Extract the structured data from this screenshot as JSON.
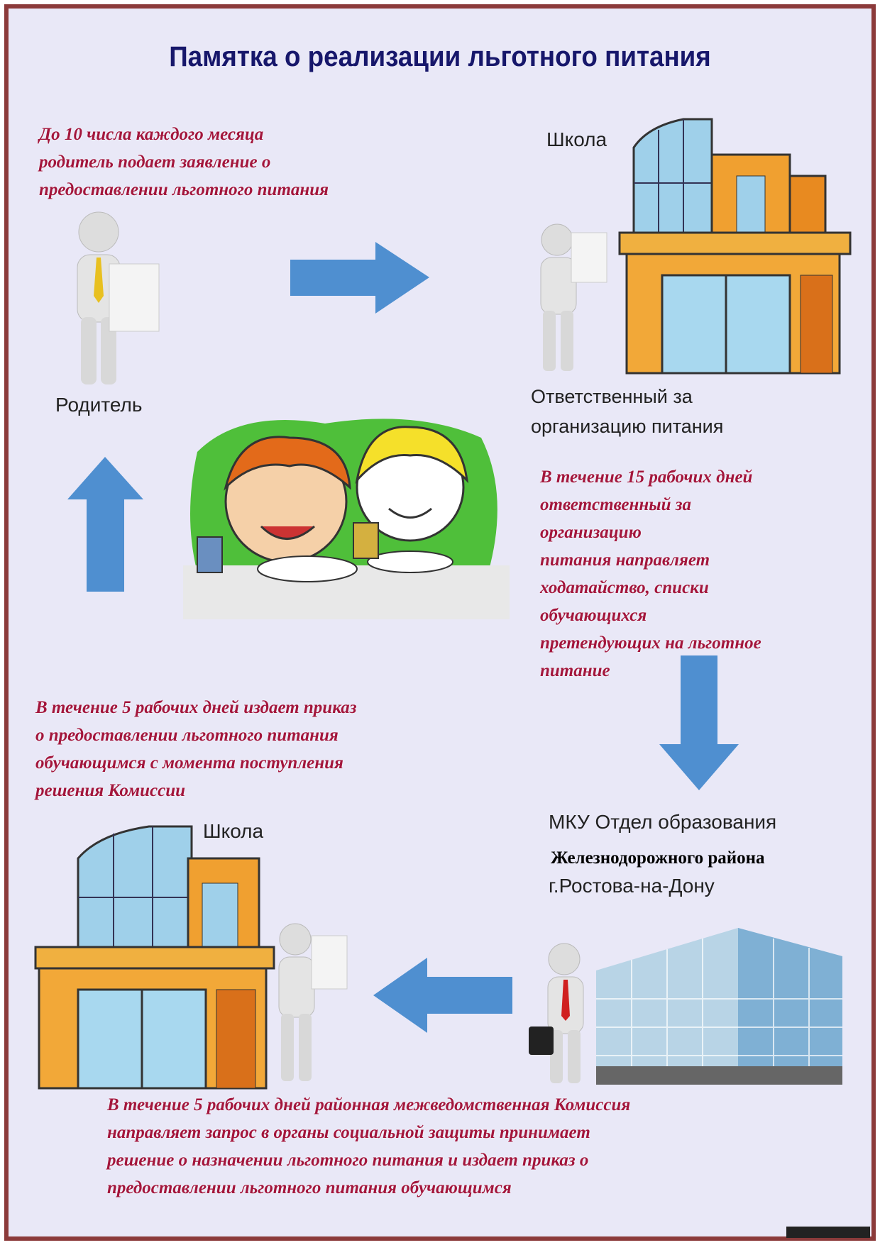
{
  "title": "Памятка о реализации льготного питания",
  "step1_text": "До 10 числа каждого месяца\nродитель подает заявление о\nпредоставлении льготного питания",
  "parent_label": "Родитель",
  "school_label_top": "Школа",
  "responsible_label": "Ответственный за\nорганизацию питания",
  "step2_text": "В течение 15 рабочих дней\nответственный за\nорганизацию\nпитания направляет\nходатайство, списки\nобучающихся\nпретендующих на льготное\nпитание",
  "step4_text": "В течение 5 рабочих дней издает приказ\nо предоставлении льготного питания\nобучающимся с момента поступления\nрешения Комиссии",
  "school_label_bottom": "Школа",
  "mku_label": "МКУ Отдел образования",
  "rayon_label": "Железнодорожного района",
  "city_label": "г.Ростова-на-Дону",
  "step3_text": "В течение 5 рабочих дней районная межведомственная Комиссия\nнаправляет запрос в органы социальной защиты принимает\nрешение о назначении льготного питания и издает приказ о\nпредоставлении льготного питания обучающимся",
  "colors": {
    "title": "#17176b",
    "step_text": "#a3163c",
    "arrow": "#4f8fd0",
    "frame": "#8b3a3a",
    "background": "#e9e8f7"
  }
}
